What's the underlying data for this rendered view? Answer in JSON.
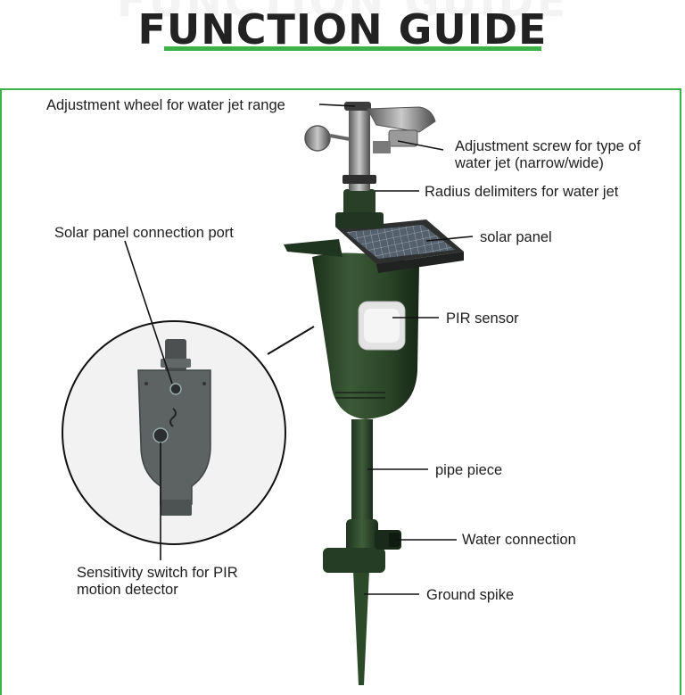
{
  "header": {
    "title": "FUNCTION GUIDE",
    "ghost_title": "FUNCTION GUIDE",
    "accent_color": "#3cb34a"
  },
  "labels": {
    "adjustment_wheel": "Adjustment wheel for water jet range",
    "adjustment_screw": "Adjustment screw for type of water jet (narrow/wide)",
    "radius_delimiters": "Radius delimiters for water jet",
    "solar_port": "Solar panel connection port",
    "solar_panel": "solar panel",
    "pir_sensor": "PIR sensor",
    "pipe_piece": "pipe piece",
    "water_connection": "Water connection",
    "ground_spike": "Ground spike",
    "sensitivity_switch": "Sensitivity switch for PIR motion detector"
  },
  "colors": {
    "device_green": "#2f4a2c",
    "device_dark": "#1f3320",
    "detail_gray": "#5c5f5f",
    "inset_bg": "#f2f2f2"
  }
}
